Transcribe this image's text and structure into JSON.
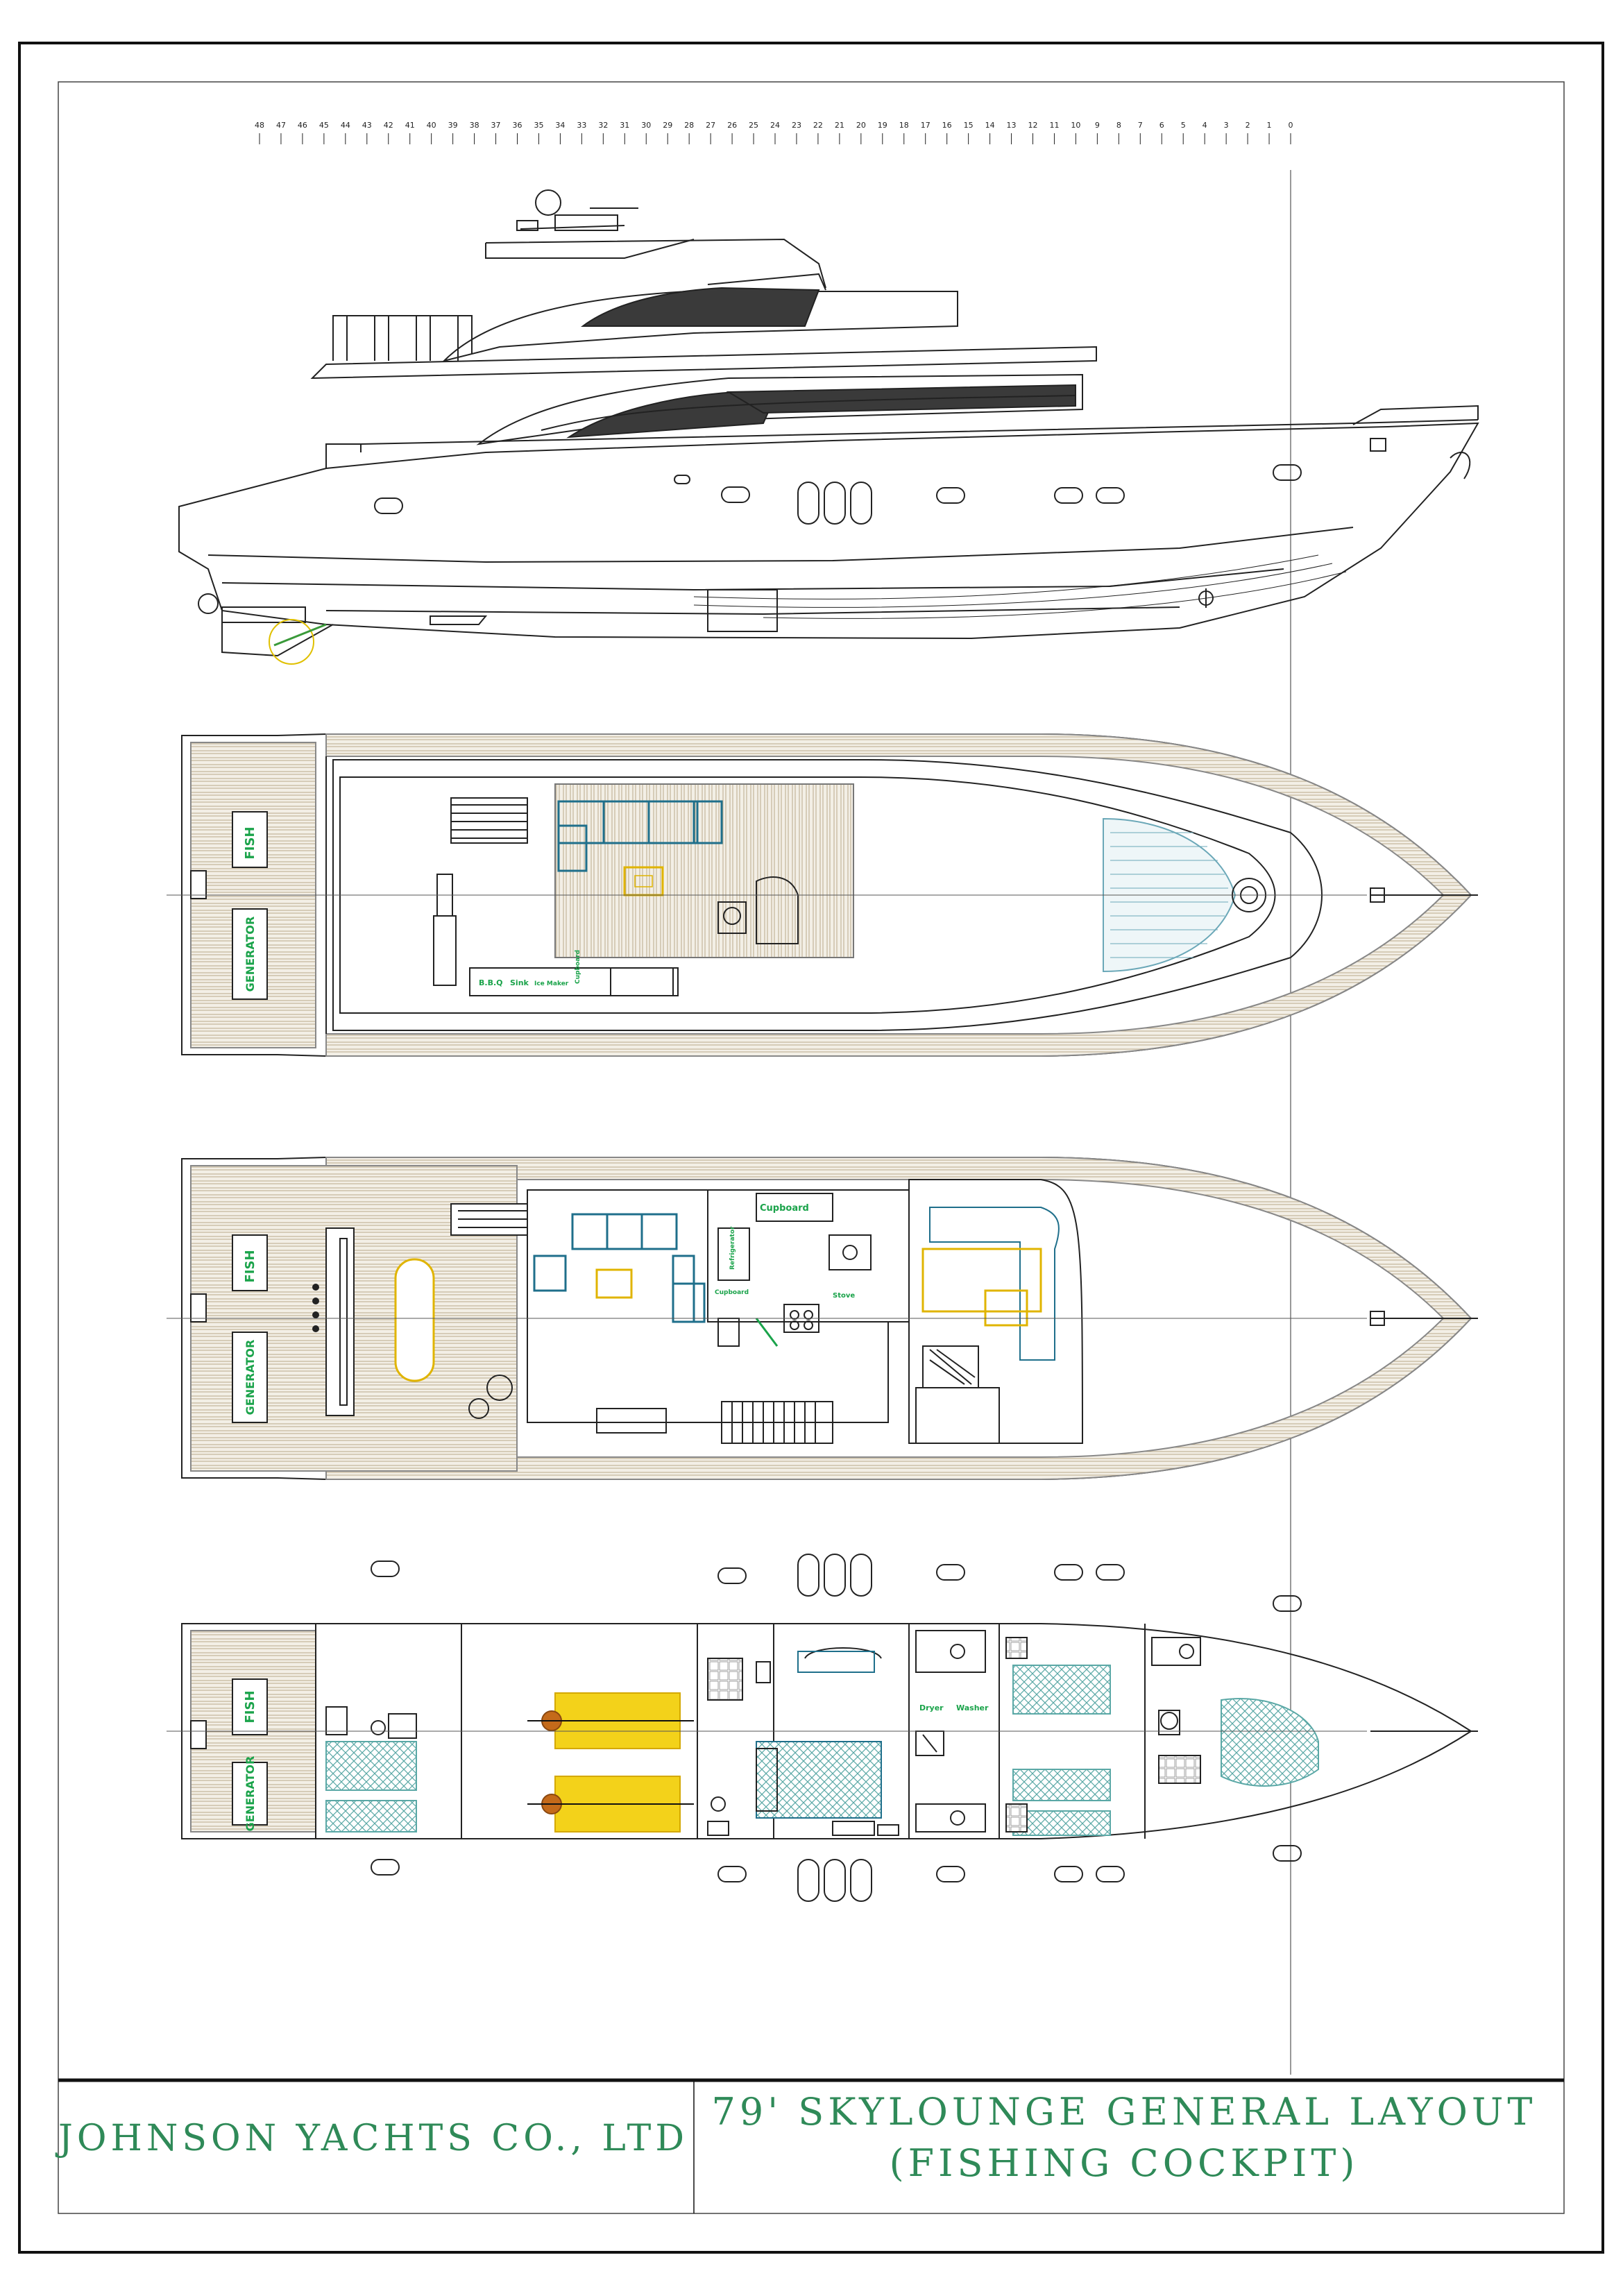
{
  "title_block": {
    "company": "JOHNSON YACHTS CO., LTD",
    "title_line1": "79' SKYLOUNGE GENERAL LAYOUT",
    "title_line2": "(FISHING COCKPIT)"
  },
  "station_ruler": {
    "labels": [
      "48",
      "47",
      "46",
      "45",
      "44",
      "43",
      "42",
      "41",
      "40",
      "39",
      "38",
      "37",
      "36",
      "35",
      "34",
      "33",
      "32",
      "31",
      "30",
      "29",
      "28",
      "27",
      "26",
      "25",
      "24",
      "23",
      "22",
      "21",
      "20",
      "19",
      "18",
      "17",
      "16",
      "15",
      "14",
      "13",
      "12",
      "11",
      "10",
      "9",
      "8",
      "7",
      "6",
      "5",
      "4",
      "3",
      "2",
      "1",
      "0"
    ]
  },
  "deck_labels": {
    "fish": "FISH",
    "generator": "GENERATOR",
    "bbq": "B.B.Q",
    "sink": "Sink",
    "ice_maker": "Ice Maker",
    "cupboard": "Cupboard",
    "refrigerator": "Refrigerator",
    "stove": "Stove",
    "dryer": "Dryer",
    "washer": "Washer"
  },
  "colors": {
    "line": "#222222",
    "label_green": "#1aa34a",
    "title_green": "#2f8a58",
    "furniture_blue": "#1f6f8b",
    "bed_teal": "#5aa8a6",
    "table_yellow": "#e0b400",
    "glass_dark": "#3a3a3a",
    "teak": "#b9a98a"
  }
}
